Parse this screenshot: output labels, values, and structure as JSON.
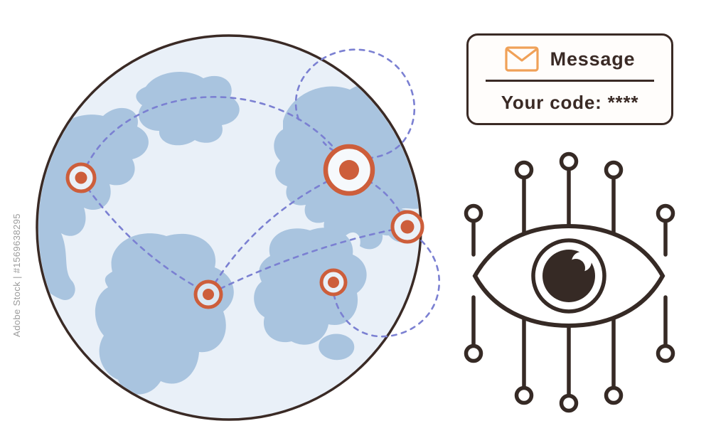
{
  "watermark": {
    "text": "Adobe Stock | #1569638295"
  },
  "message_card": {
    "title": "Message",
    "code_line": "Your code: ****"
  },
  "icons": {
    "envelope": "envelope-icon",
    "eye": "eye-surveillance-icon",
    "globe": "globe-illustration",
    "marker": "location-marker"
  },
  "colors": {
    "outline_dark": "#3a2a25",
    "globe_fill": "#e9f0f8",
    "continent": "#a9c4df",
    "marker_orange": "#cd5e3b",
    "dashed_purple": "#7b80d2",
    "envelope_orange": "#f0a158",
    "watermark_gray": "#9b9b9b"
  }
}
